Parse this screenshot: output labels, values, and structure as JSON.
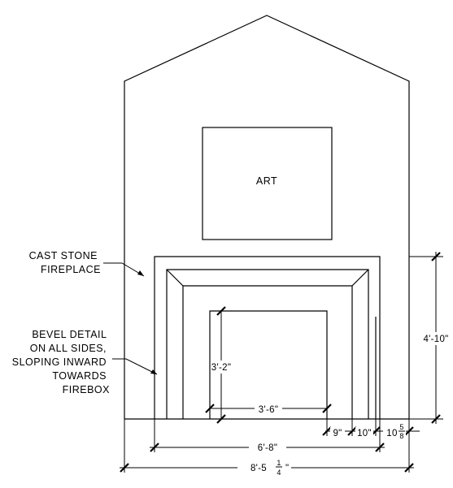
{
  "drawing": {
    "art_label": "ART",
    "note_fireplace": [
      "CAST STONE",
      "FIREPLACE"
    ],
    "note_bevel": [
      "BEVEL DETAIL",
      "ON ALL SIDES,",
      "SLOPING INWARD",
      "TOWARDS",
      "FIREBOX"
    ]
  },
  "dimensions": {
    "firebox_height": "3'-2\"",
    "firebox_width": "3'-6\"",
    "surround_height": "4'-10\"",
    "inner_return": "9\"",
    "bevel_return": "10\"",
    "outer_return": "10",
    "outer_return_fraction_num": "5",
    "outer_return_fraction_den": "8",
    "surround_width": "6'-8\"",
    "overall_width": "8'-5",
    "overall_width_fraction_num": "1",
    "overall_width_fraction_den": "4"
  }
}
